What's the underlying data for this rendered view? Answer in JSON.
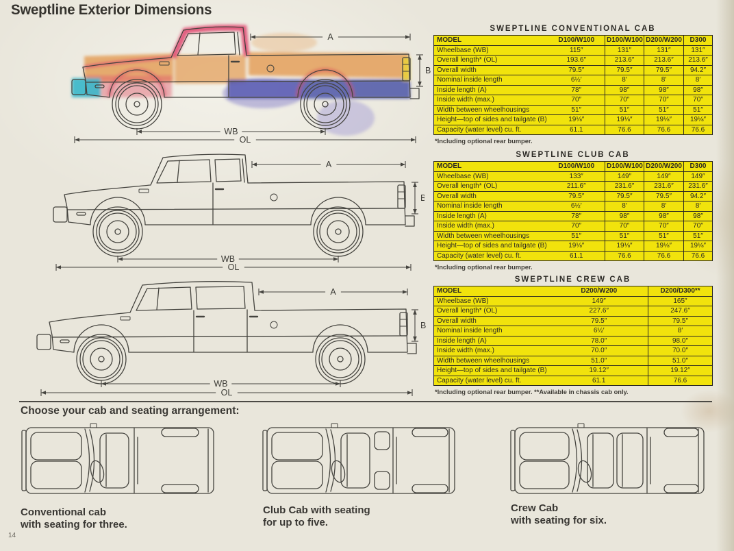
{
  "page": {
    "title": "Sweptline Exterior Dimensions",
    "page_number": "14",
    "seating_heading": "Choose your cab and seating arrangement:"
  },
  "dims": {
    "a": "A",
    "b": "B",
    "wb": "WB",
    "ol": "OL"
  },
  "tables": [
    {
      "title": "SWEPTLINE CONVENTIONAL CAB",
      "columns": [
        "MODEL",
        "D100/W100",
        "D100/W100",
        "D200/W200",
        "D300"
      ],
      "rows": [
        {
          "label": "Wheelbase (WB)",
          "values": [
            "115″",
            "131″",
            "131″",
            "131″"
          ]
        },
        {
          "label": "Overall length* (OL)",
          "values": [
            "193.6″",
            "213.6″",
            "213.6″",
            "213.6″"
          ]
        },
        {
          "label": "Overall width",
          "values": [
            "79.5″",
            "79.5″",
            "79.5″",
            "94.2″"
          ]
        },
        {
          "label": "Nominal inside length",
          "values": [
            "6½′",
            "8′",
            "8′",
            "8′"
          ]
        },
        {
          "label": "Inside length (A)",
          "values": [
            "78″",
            "98″",
            "98″",
            "98″"
          ]
        },
        {
          "label": "Inside width (max.)",
          "values": [
            "70″",
            "70″",
            "70″",
            "70″"
          ]
        },
        {
          "label": "Width between wheelhousings",
          "values": [
            "51″",
            "51″",
            "51″",
            "51″"
          ]
        },
        {
          "label": "Height—top of sides and tailgate (B)",
          "values": [
            "19⅛″",
            "19⅛″",
            "19⅛″",
            "19⅛″"
          ]
        },
        {
          "label": "Capacity (water level) cu. ft.",
          "values": [
            "61.1",
            "76.6",
            "76.6",
            "76.6"
          ]
        }
      ],
      "footnote": "*Including optional rear bumper."
    },
    {
      "title": "SWEPTLINE CLUB CAB",
      "columns": [
        "MODEL",
        "D100/W100",
        "D100/W100",
        "D200/W200",
        "D300"
      ],
      "rows": [
        {
          "label": "Wheelbase (WB)",
          "values": [
            "133″",
            "149″",
            "149″",
            "149″"
          ]
        },
        {
          "label": "Overall length* (OL)",
          "values": [
            "211.6″",
            "231.6″",
            "231.6″",
            "231.6″"
          ]
        },
        {
          "label": "Overall width",
          "values": [
            "79.5″",
            "79.5″",
            "79.5″",
            "94.2″"
          ]
        },
        {
          "label": "Nominal inside length",
          "values": [
            "6½′",
            "8′",
            "8′",
            "8′"
          ]
        },
        {
          "label": "Inside length (A)",
          "values": [
            "78″",
            "98″",
            "98″",
            "98″"
          ]
        },
        {
          "label": "Inside width (max.)",
          "values": [
            "70″",
            "70″",
            "70″",
            "70″"
          ]
        },
        {
          "label": "Width between wheelhousings",
          "values": [
            "51″",
            "51″",
            "51″",
            "51″"
          ]
        },
        {
          "label": "Height—top of sides and tailgate (B)",
          "values": [
            "19⅛″",
            "19⅛″",
            "19⅛″",
            "19⅛″"
          ]
        },
        {
          "label": "Capacity (water level) cu. ft.",
          "values": [
            "61.1",
            "76.6",
            "76.6",
            "76.6"
          ]
        }
      ],
      "footnote": "*Including optional rear bumper."
    },
    {
      "title": "SWEPTLINE CREW CAB",
      "columns": [
        "MODEL",
        "D200/W200",
        "D200/D300**"
      ],
      "rows": [
        {
          "label": "Wheelbase (WB)",
          "values": [
            "149″",
            "165″"
          ]
        },
        {
          "label": "Overall length* (OL)",
          "values": [
            "227.6″",
            "247.6″"
          ]
        },
        {
          "label": "Overall width",
          "values": [
            "79.5″",
            "79.5″"
          ]
        },
        {
          "label": "Nominal inside length",
          "values": [
            "6½′",
            "8′"
          ]
        },
        {
          "label": "Inside length (A)",
          "values": [
            "78.0″",
            "98.0″"
          ]
        },
        {
          "label": "Inside width (max.)",
          "values": [
            "70.0″",
            "70.0″"
          ]
        },
        {
          "label": "Width between wheelhousings",
          "values": [
            "51.0″",
            "51.0″"
          ]
        },
        {
          "label": "Height—top of sides and tailgate (B)",
          "values": [
            "19.12″",
            "19.12″"
          ]
        },
        {
          "label": "Capacity (water level) cu. ft.",
          "values": [
            "61.1",
            "76.6"
          ]
        }
      ],
      "footnote": "*Including optional rear bumper. **Available in chassis cab only."
    }
  ],
  "cab_options": [
    {
      "line1": "Conventional cab",
      "line2": "with seating for three."
    },
    {
      "line1": "Club Cab with seating",
      "line2": "for up to five."
    },
    {
      "line1": "Crew Cab",
      "line2": "with seating for six."
    }
  ],
  "colors": {
    "paper": "#e9e6db",
    "table_yellow": "#f1e30c",
    "line_art": "#44433e",
    "truck_orange": "#e39a51",
    "truck_pink": "#e0476f",
    "truck_blue": "#4d55a8",
    "truck_cyan": "#38b7ca"
  }
}
